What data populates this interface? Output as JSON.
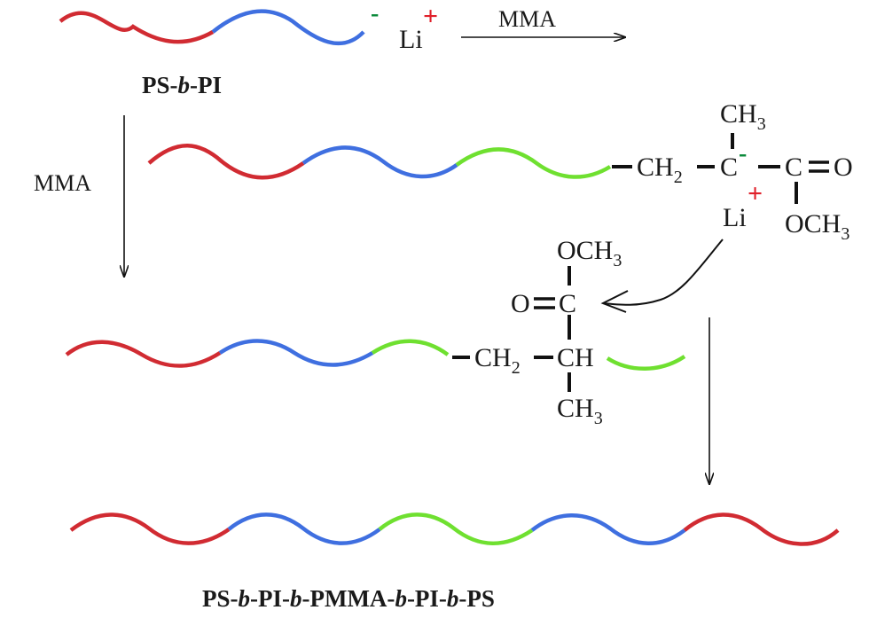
{
  "colors": {
    "ps": "#d12b32",
    "pi": "#3f6fe0",
    "pmma": "#6fe030",
    "bond": "#111111",
    "minus": "#0a8a3a",
    "plus": "#e0202a"
  },
  "top": {
    "minus": "-",
    "li": "Li",
    "plus": "+",
    "arrow_label": "MMA",
    "polymer_label_a": "PS-",
    "polymer_label_b": "b",
    "polymer_label_c": "-PI"
  },
  "left_arrow_label": "MMA",
  "anion": {
    "ch3_top": "CH",
    "ch3_top_sub": "3",
    "ch2": "CH",
    "ch2_sub": "2",
    "c_center": "C",
    "minus": "-",
    "c_carbonyl": "C",
    "o_double": "O",
    "li": "Li",
    "plus": "+",
    "och3": "OCH",
    "och3_sub": "3"
  },
  "cyclized": {
    "och3": "OCH",
    "och3_sub": "3",
    "o_double": "O",
    "c_carbonyl": "C",
    "ch2": "CH",
    "ch2_sub": "2",
    "ch": "CH",
    "ch3": "CH",
    "ch3_sub": "3"
  },
  "final": {
    "seg1": "PS-",
    "b1": "b",
    "seg2": "-PI-",
    "b2": "b",
    "seg3": "-PMMA-",
    "b3": "b",
    "seg4": "-PI-",
    "b4": "b",
    "seg5": "-PS"
  }
}
